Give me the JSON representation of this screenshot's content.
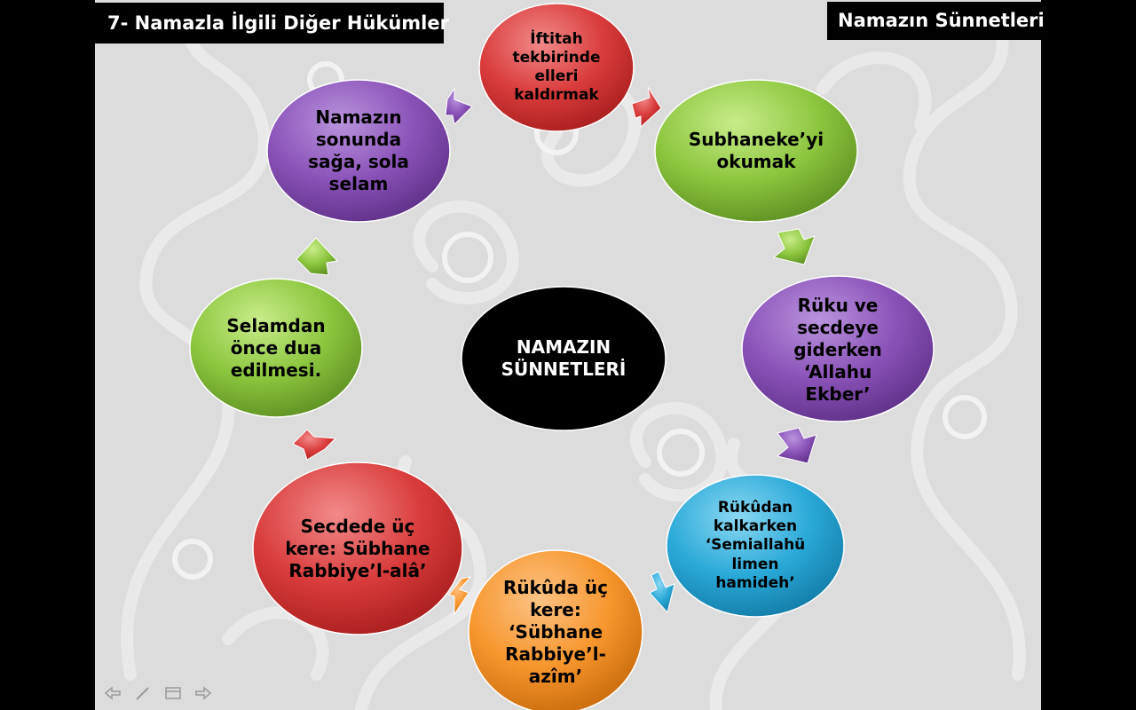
{
  "header": {
    "left_title": "7-  Namazla İlgili Diğer Hükümler",
    "right_title": "Namazın Sünnetleri"
  },
  "diagram": {
    "center": "NAMAZIN SÜNNETLERİ",
    "nodes": [
      {
        "id": "iftitah",
        "text": "İftitah tekbirinde elleri kaldırmak",
        "color": "red"
      },
      {
        "id": "subhaneke",
        "text": "Subhaneke’yi okumak",
        "color": "green"
      },
      {
        "id": "ruku-secde",
        "text": "Rüku ve secdeye giderken ‘Allahu Ekber’",
        "color": "purple"
      },
      {
        "id": "rukudan",
        "text": "Rükûdan kalkarken ‘Semiallahü limen hamideh’",
        "color": "cyan"
      },
      {
        "id": "rukuda",
        "text": "Rükûda üç kere: ‘Sübhane Rabbiye’l-azîm’",
        "color": "orange"
      },
      {
        "id": "secdede",
        "text": "Secdede üç kere: Sübhane Rabbiye’l-alâ’",
        "color": "red"
      },
      {
        "id": "selamdan",
        "text": "Selamdan önce dua edilmesi.",
        "color": "green"
      },
      {
        "id": "selam",
        "text": "Namazın sonunda sağa, sola selam",
        "color": "purple"
      }
    ]
  },
  "nav_icons": [
    "back-arrow-icon",
    "pen-icon",
    "menu-icon",
    "forward-arrow-icon"
  ],
  "colors": {
    "red": "#d93b3b",
    "green": "#8cc63e",
    "purple": "#8a52b8",
    "cyan": "#2aa9d8",
    "orange": "#f7962d",
    "center": "#000000",
    "title_bg": "#000000",
    "title_text": "#ffffff"
  }
}
